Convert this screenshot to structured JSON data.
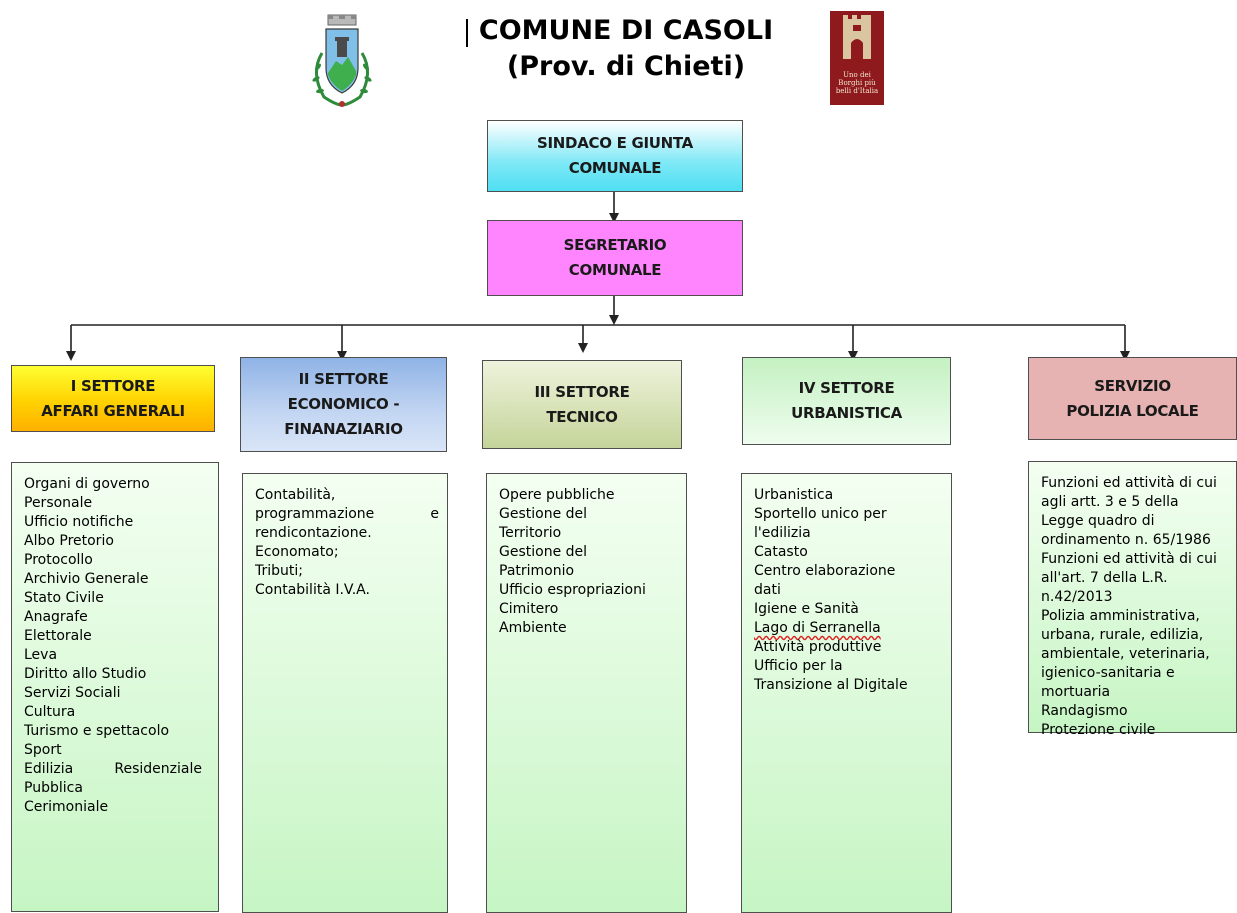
{
  "header": {
    "title": "COMUNE DI CASOLI",
    "subtitle": "(Prov. di Chieti)",
    "badge_text": "Uno dei Borghi più belli d'Italia"
  },
  "top_boxes": {
    "sindaco": "SINDACO E GIUNTA\nCOMUNALE",
    "segretario": "SEGRETARIO\nCOMUNALE"
  },
  "sectors": [
    {
      "title": "I SETTORE\nAFFARI GENERALI",
      "color": "#ffcc00",
      "items": [
        "Organi di governo",
        "Personale",
        "Ufficio notifiche",
        "Albo Pretorio",
        "Protocollo",
        "Archivio Generale",
        "Stato Civile",
        "Anagrafe",
        "Elettorale",
        "Leva",
        "Diritto allo Studio",
        "Servizi Sociali",
        "Cultura",
        "Turismo e spettacolo",
        "Sport",
        "Edilizia Residenziale Pubblica",
        "Cerimoniale"
      ]
    },
    {
      "title": "II SETTORE\nECONOMICO -\nFINANAZIARIO",
      "color": "#8eaadb",
      "items": [
        "Contabilità, programmazione e rendicontazione.",
        "Economato;",
        "Tributi;",
        "Contabilità I.V.A."
      ]
    },
    {
      "title": "III SETTORE\nTECNICO",
      "color": "#c4d79b",
      "items": [
        "Opere pubbliche",
        "Gestione del Territorio",
        "Gestione del Patrimonio",
        "Ufficio espropriazioni",
        "Cimitero",
        "Ambiente"
      ]
    },
    {
      "title": "IV SETTORE\nURBANISTICA",
      "color": "#c6efce",
      "items": [
        "Urbanistica",
        "Sportello unico per l'edilizia",
        "Catasto",
        "Centro elaborazione dati",
        "Igiene e Sanità",
        "Lago di Serranella",
        "Attività produttive",
        "Ufficio per la Transizione al Digitale"
      ]
    },
    {
      "title": "SERVIZIO\nPOLIZIA LOCALE",
      "color": "#e6b8b7",
      "items": [
        "Funzioni ed attività di cui agli artt. 3 e 5 della Legge quadro di ordinamento n. 65/1986",
        "Funzioni ed attività di cui all'art. 7 della L.R. n.42/2013",
        "Polizia amministrativa, urbana, rurale, edilizia, ambientale, veterinaria, igienico-sanitaria e mortuaria",
        "Randagismo",
        "Protezione civile"
      ]
    }
  ]
}
